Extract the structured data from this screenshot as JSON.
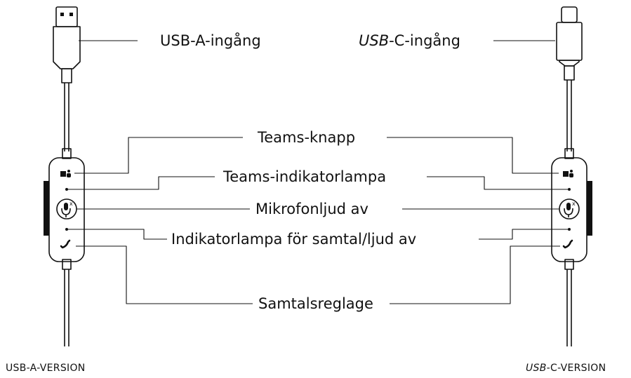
{
  "labels": {
    "usb_a_input": "USB-A-ingång",
    "usb_c_input_italic": "USB",
    "usb_c_input_rest": "-C-ingång",
    "teams_button": "Teams-knapp",
    "teams_indicator": "Teams-indikatorlampa",
    "mic_mute": "Mikrofonljud av",
    "call_indicator": "Indikatorlampa för samtal/ljud av",
    "call_control": "Samtalsreglage",
    "usb_a_version": "USB-A-VERSION",
    "usb_c_version_italic": "USB",
    "usb_c_version_rest": "-C-VERSION"
  }
}
